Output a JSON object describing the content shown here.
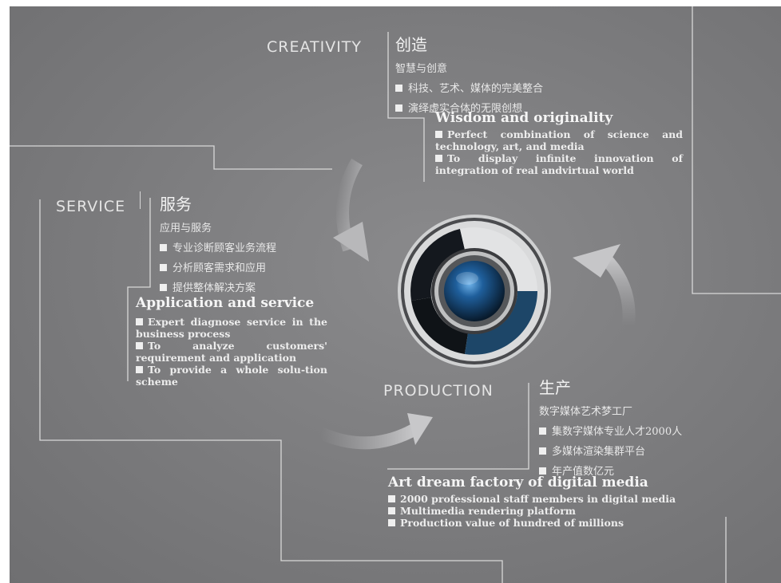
{
  "creativity": {
    "heading_en": "CREATIVITY",
    "heading_zh": "创造",
    "subtitle_zh": "智慧与创意",
    "items_zh": [
      "科技、艺术、媒体的完美整合",
      "演绎虚实合体的无限创想"
    ],
    "title_en": "Wisdom and originality",
    "items_en": [
      "Perfect combination of science and technology, art, and media",
      "To display infinite innovation of integration of  real andvirtual world"
    ]
  },
  "service": {
    "heading_en": "SERVICE",
    "heading_zh": "服务",
    "subtitle_zh": "应用与服务",
    "items_zh": [
      "专业诊断顾客业务流程",
      "分析顾客需求和应用",
      "提供整体解决方案"
    ],
    "title_en": "Application and service",
    "items_en": [
      "Expert diagnose service in the business process",
      "To analyze customers' requirement and application",
      "To provide a whole solu-tion  scheme"
    ]
  },
  "production": {
    "heading_en": "PRODUCTION",
    "heading_zh": "生产",
    "subtitle_zh": "数字媒体艺术梦工厂",
    "items_zh": [
      "集数字媒体专业人才2000人",
      "多媒体渲染集群平台",
      "年产值数亿元"
    ],
    "title_en": "Art dream factory of digital media",
    "items_en": [
      "2000 professional staff  members in digital media",
      "Multimedia rendering platform",
      "Production value of hundred of millions"
    ]
  },
  "colors": {
    "background": "#7b7b7d",
    "ring_dark": "#14181e",
    "ring_light": "#d9dadb",
    "ring_blue": "#1d4668",
    "core_blue": "#1f5f9c"
  }
}
